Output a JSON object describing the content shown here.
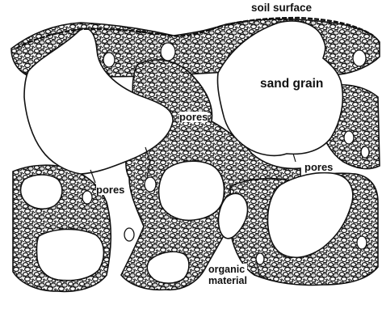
{
  "labels": {
    "soil_surface": "soil surface",
    "sand_grain": "sand grain",
    "pores_upper": "pores",
    "pores_left": "pores",
    "pores_right": "pores",
    "organic_material_line1": "organic",
    "organic_material_line2": "material"
  },
  "colors": {
    "outline": "#111111",
    "pore_fill": "#ffffff",
    "aggregate_fill": "#555555"
  }
}
